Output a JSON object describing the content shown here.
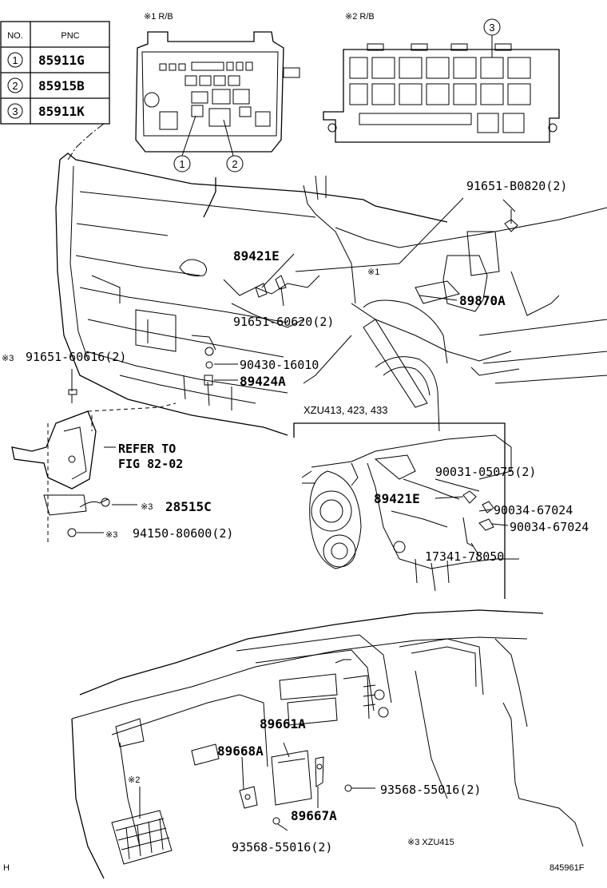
{
  "pnc_table": {
    "headers": {
      "no": "NO.",
      "pnc": "PNC"
    },
    "rows": [
      {
        "no": "1",
        "pnc": "85911G"
      },
      {
        "no": "2",
        "pnc": "85915B"
      },
      {
        "no": "3",
        "pnc": "85911K"
      }
    ]
  },
  "relay_blocks": {
    "rb1_label": "※1 R/B",
    "rb2_label": "※2 R/B",
    "callouts": [
      "1",
      "2",
      "3"
    ]
  },
  "parts": {
    "p1": "91651-B0820(2)",
    "p2": "89421E",
    "p3": "91651-60620(2)",
    "p4": "89870A",
    "p5": "90430-16010",
    "p6": "89424A",
    "p7": "91651-60616(2)",
    "p8": "28515C",
    "p9": "94150-80600(2)",
    "p10": "90031-05075(2)",
    "p11": "89421E",
    "p12": "90034-67024",
    "p13": "90034-67024",
    "p14": "17341-78050",
    "p15": "89661A",
    "p16": "89668A",
    "p17": "93568-55016(2)",
    "p18": "89667A",
    "p19": "93568-55016(2)"
  },
  "notes": {
    "mark3": "※3",
    "star1_left": "※1",
    "star2_left": "※2",
    "refer_line1": "REFER TO",
    "refer_line2": "FIG 82-02",
    "models": "XZU413, 423, 433",
    "footnote": "※3 XZU415",
    "corner_left": "H",
    "figure_code": "845961F"
  }
}
